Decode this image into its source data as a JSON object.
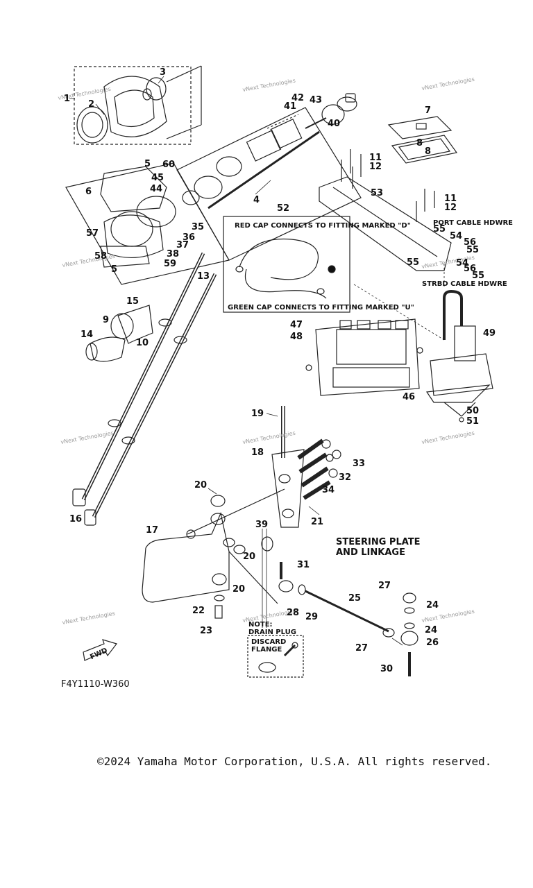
{
  "callouts": [
    "1",
    "2",
    "3",
    "4",
    "5",
    "5",
    "6",
    "7",
    "8",
    "8",
    "9",
    "10",
    "11",
    "11",
    "12",
    "12",
    "13",
    "14",
    "15",
    "16",
    "17",
    "18",
    "19",
    "20",
    "20",
    "20",
    "21",
    "22",
    "23",
    "24",
    "24",
    "25",
    "26",
    "27",
    "27",
    "28",
    "29",
    "30",
    "31",
    "32",
    "33",
    "34",
    "35",
    "36",
    "37",
    "38",
    "39",
    "40",
    "41",
    "42",
    "43",
    "44",
    "45",
    "46",
    "47",
    "48",
    "49",
    "50",
    "51",
    "52",
    "53",
    "54",
    "54",
    "55",
    "55",
    "55",
    "55",
    "56",
    "56",
    "57",
    "58",
    "59",
    "60"
  ],
  "labels": {
    "red_cap": "RED CAP CONNECTS TO FITTING MARKED \"D\"",
    "green_cap": "GREEN CAP CONNECTS TO FITTING MARKED \"U\"",
    "port_cable": "PORT CABLE HDWRE",
    "strbd_cable": "STRBD CABLE HDWRE",
    "steering_line1": "STEERING PLATE",
    "steering_line2": "AND LINKAGE",
    "note": "NOTE:",
    "drain_plug": "DRAIN PLUG",
    "discard": "DISCARD",
    "flange": "FLANGE",
    "fwd": "FWD"
  },
  "watermark": "vNext Technologies",
  "diagram_code": "F4Y1110-W360",
  "copyright": "©2024 Yamaha Motor Corporation, U.S.A. All rights reserved."
}
